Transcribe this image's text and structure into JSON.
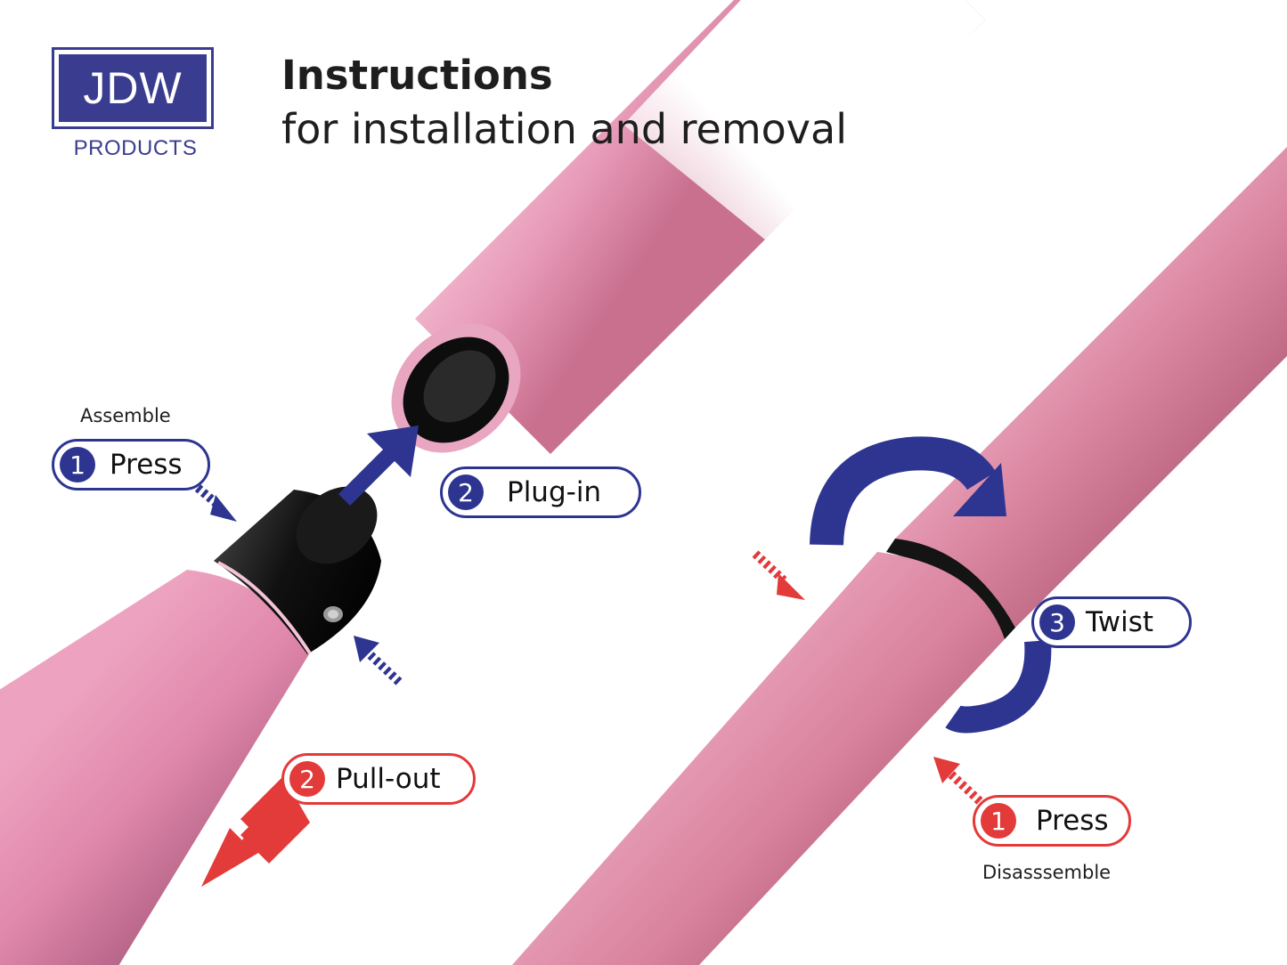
{
  "brand": {
    "logo_text": "JDW",
    "logo_sub": "PRODUCTS",
    "color": "#3a3d8f"
  },
  "header": {
    "title": "Instructions",
    "subtitle": "for installation and removal"
  },
  "assemble": {
    "caption": "Assemble",
    "step1": {
      "number": "1",
      "label": "Press"
    },
    "step2": {
      "number": "2",
      "label": "Plug-in"
    }
  },
  "removal": {
    "step2": {
      "number": "2",
      "label": "Pull-out"
    }
  },
  "disassemble": {
    "caption": "Disasssemble",
    "step1": {
      "number": "1",
      "label": "Press"
    },
    "step3": {
      "number": "3",
      "label": "Twist"
    }
  },
  "colors": {
    "blue": "#2e3591",
    "red": "#e33a3a",
    "tube_pink": "#e58fb0",
    "sleeve_black": "#141414"
  }
}
